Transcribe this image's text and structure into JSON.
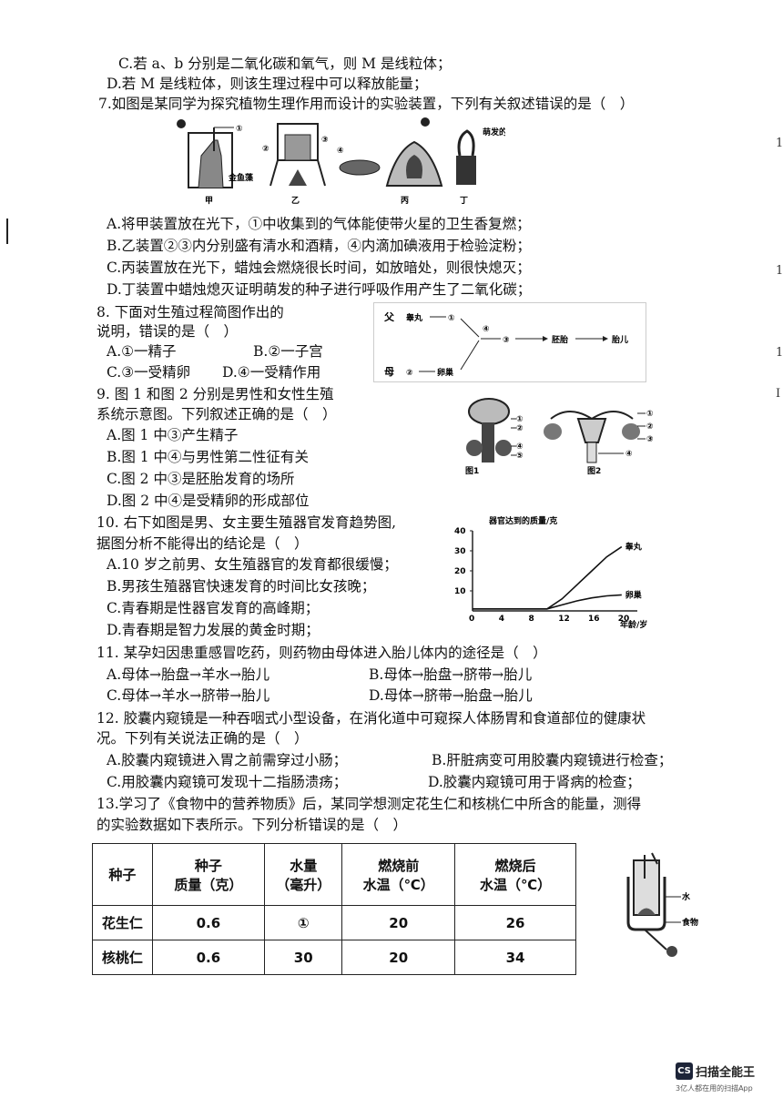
{
  "lines": {
    "q6c": "C.若 a、b 分别是二氧化碳和氧气，则 M 是线粒体；",
    "q6d": "D.若 M 是线粒体，则该生理过程中可以释放能量；",
    "q7": "7.如图是某同学为探究植物生理作用而设计的实验装置，下列有关叙述错误的是（　）",
    "q7a": "A.将甲装置放在光下，①中收集到的气体能使带火星的卫生香复燃；",
    "q7b": "B.乙装置②③内分别盛有清水和酒精，④内滴加碘液用于检验淀粉；",
    "q7c": "C.丙装置放在光下，蜡烛会燃烧很长时间，如放暗处，则很快熄灭；",
    "q7d": "D.丁装置中蜡烛熄灭证明萌发的种子进行呼吸作用产生了二氧化碳；",
    "q8a": "8. 下面对生殖过程简图作出的",
    "q8b": "说明，错误的是（　）",
    "q8o1a": "A.①一精子",
    "q8o1b": "B.②一子宫",
    "q8o2a": "C.③一受精卵",
    "q8o2b": "D.④一受精作用",
    "q9a": "9. 图 1 和图 2 分别是男性和女性生殖",
    "q9b": "系统示意图。下列叙述正确的是（　）",
    "q9A": "A.图 1 中③产生精子",
    "q9B": "B.图 1 中④与男性第二性征有关",
    "q9C": "C.图 2 中③是胚胎发育的场所",
    "q9D": "D.图 2 中④是受精卵的形成部位",
    "q10a": "10. 右下如图是男、女主要生殖器官发育趋势图,",
    "q10b": "据图分析不能得出的结论是（　）",
    "q10A": "A.10 岁之前男、女生殖器官的发育都很缓慢；",
    "q10B": "B.男孩生殖器官快速发育的时间比女孩晚；",
    "q10C": "C.青春期是性器官发育的高峰期；",
    "q10D": "D.青春期是智力发展的黄金时期；",
    "q11": "11. 某孕妇因患重感冒吃药，则药物由母体进入胎儿体内的途径是（　）",
    "q11A": "A.母体→胎盘→羊水→胎儿",
    "q11B": "B.母体→胎盘→脐带→胎儿",
    "q11C": "C.母体→羊水→脐带→胎儿",
    "q11D": "D.母体→脐带→胎盘→胎儿",
    "q12a": "12. 胶囊内窥镜是一种吞咽式小型设备，在消化道中可窥探人体肠胃和食道部位的健康状",
    "q12b": "况。下列有关说法正确的是（　）",
    "q12A": "A.胶囊内窥镜进入胃之前需穿过小肠；",
    "q12B": "B.肝脏病变可用胶囊内窥镜进行检查；",
    "q12C": "C.用胶囊内窥镜可发现十二指肠溃疡；",
    "q12D": "D.胶囊内窥镜可用于肾病的检查；",
    "q13a": "13.学习了《食物中的营养物质》后，某同学想测定花生仁和核桃仁中所含的能量，测得",
    "q13b": "的实验数据如下表所示。下列分析错误的是（　）"
  },
  "q7_labels": {
    "jia": "甲",
    "yi": "乙",
    "bing": "丙",
    "ding": "丁",
    "fish": "金鱼藻",
    "seed": "萌发的种子",
    "c1": "①",
    "c2": "②",
    "c3": "③",
    "c4": "④"
  },
  "q8_diagram": {
    "father": "父",
    "mother": "母",
    "testis": "睾丸",
    "egg_organ": "卵巢",
    "embryo": "胚胎",
    "fetus": "胎儿",
    "c1": "①",
    "c2": "②",
    "c3": "③",
    "c4": "④"
  },
  "q9_diagram": {
    "fig1": "图1",
    "fig2": "图2",
    "c1": "①",
    "c2": "②",
    "c3": "③",
    "c4": "④",
    "c5": "⑤"
  },
  "chart_data": {
    "type": "line",
    "title": "器官达到的质量/克",
    "xlabel": "年龄/岁",
    "ylabel": "",
    "x_ticks": [
      0,
      4,
      8,
      12,
      16,
      20
    ],
    "y_ticks": [
      10,
      20,
      30,
      40
    ],
    "xlim": [
      0,
      21
    ],
    "ylim": [
      0,
      40
    ],
    "series": [
      {
        "name": "睾丸",
        "x": [
          0,
          4,
          8,
          10,
          12,
          14,
          16,
          18,
          20
        ],
        "y": [
          1,
          1,
          1,
          1,
          6,
          13,
          20,
          27,
          32
        ]
      },
      {
        "name": "卵巢",
        "x": [
          0,
          4,
          8,
          10,
          12,
          14,
          16,
          18,
          20
        ],
        "y": [
          1,
          1,
          1,
          1,
          3,
          5,
          6.5,
          7.5,
          8
        ]
      }
    ]
  },
  "table": {
    "headers": [
      "种子",
      "种子\n质量（克）",
      "水量\n（毫升）",
      "燃烧前\n水温（℃）",
      "燃烧后\n水温（℃）"
    ],
    "rows": [
      [
        "花生仁",
        "0.6",
        "①",
        "20",
        "26"
      ],
      [
        "核桃仁",
        "0.6",
        "30",
        "20",
        "34"
      ]
    ]
  },
  "apparatus": {
    "water": "水",
    "food": "食物"
  },
  "watermark": {
    "logo": "CS",
    "name": "扫描全能王",
    "slogan": "3亿人都在用的扫描App"
  }
}
